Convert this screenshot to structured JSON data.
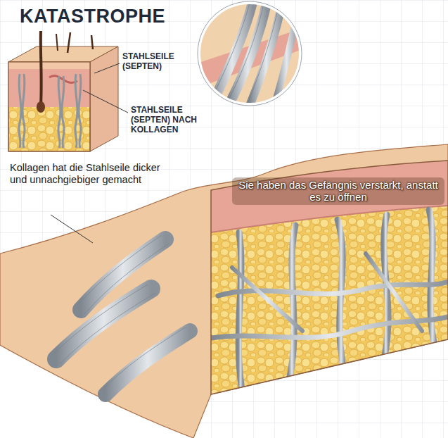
{
  "diagram": {
    "title": "KATASTROPHE",
    "labels": [
      "STAHLSEILE (SEPTEN)",
      "STAHLSEILE (SEPTEN) NACH KOLLAGEN",
      "Kollagen hat die Stahlseile dicker und unnachgiebiger gemacht",
      "Sie haben das Gefängnis verstärkt, anstatt es zu öffnen"
    ]
  }
}
